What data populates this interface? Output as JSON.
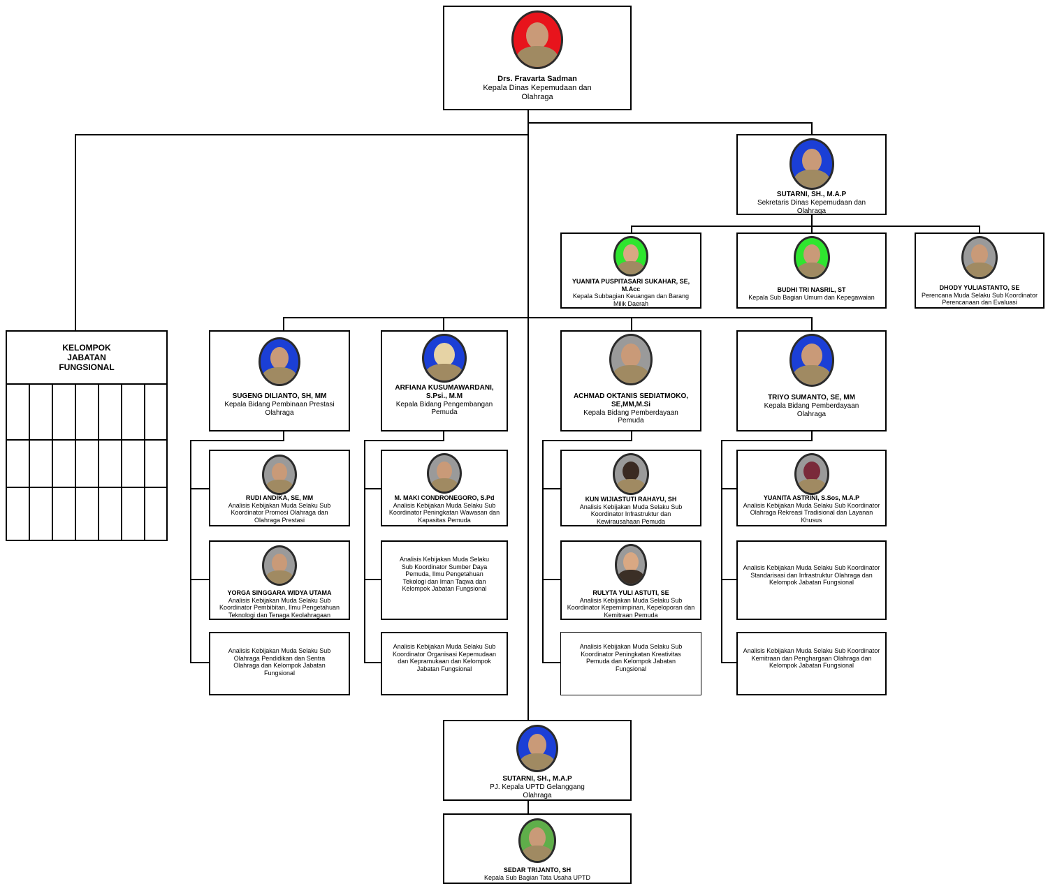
{
  "colors": {
    "red_bg": "#e8141c",
    "blue_bg": "#1b3fd6",
    "green_bg": "#2fe52f",
    "gray_bg": "#9a9a9a",
    "lightgreen_bg": "#5fae4a"
  },
  "head": {
    "name": "Drs. Fravarta Sadman",
    "title": "Kepala Dinas Kepemudaan dan Olahraga"
  },
  "secretary": {
    "name": "SUTARNI, SH., M.A.P",
    "title": "Sekretaris Dinas Kepemudaan dan Olahraga"
  },
  "sub_secretariat": [
    {
      "name": "YUANITA PUSPITASARI SUKAHAR, SE, M.Acc",
      "title": "Kepala Subbagian Keuangan dan Barang Milik Daerah"
    },
    {
      "name": "BUDHI TRI NASRIL, ST",
      "title": "Kepala Sub Bagian Umum dan Kepegawaian"
    },
    {
      "name": "DHODY YULIASTANTO, SE",
      "title": "Perencana Muda Selaku Sub Koordinator Perencanaan dan Evaluasi"
    }
  ],
  "functional_group": {
    "title": "KELOMPOK JABATAN FUNGSIONAL"
  },
  "divisions": [
    {
      "name": "SUGENG DILIANTO, SH, MM",
      "title": "Kepala Bidang Pembinaan Prestasi Olahraga",
      "subs": [
        {
          "name": "RUDI ANDIKA, SE, MM",
          "title": "Analisis Kebijakan Muda Selaku Sub Koordinator Promosi Olahraga dan Olahraga Prestasi"
        },
        {
          "name": "YORGA SINGGARA WIDYA UTAMA",
          "title": "Analisis Kebijakan Muda Selaku Sub Koordinator Pembibitan, Ilmu Pengetahuan Teknologi dan Tenaga Keolahragaan"
        },
        {
          "name": "",
          "title": "Analisis Kebijakan Muda Selaku Sub Olahraga Pendidikan dan Sentra Olahraga dan Kelompok Jabatan Fungsional"
        }
      ]
    },
    {
      "name": "ARFIANA KUSUMAWARDANI, S.Psi., M.M",
      "title": "Kepala Bidang Pengembangan Pemuda",
      "subs": [
        {
          "name": "M. MAKI CONDRONEGORO, S.Pd",
          "title": "Analisis Kebijakan Muda Selaku Sub Koordinator Peningkatan Wawasan dan Kapasitas Pemuda"
        },
        {
          "name": "",
          "title": "Analisis Kebijakan Muda Selaku Sub Koordinator Sumber Daya Pemuda, Ilmu Pengetahuan Tekologi dan Iman Taqwa dan Kelompok Jabatan Fungsional"
        },
        {
          "name": "",
          "title": "Analisis Kebijakan Muda Selaku Sub Koordinator Organisasi Kepemudaan dan Kepramukaan dan Kelompok Jabatan Fungsional"
        }
      ]
    },
    {
      "name": "ACHMAD OKTANIS SEDIATMOKO, SE,MM,M.Si",
      "title": "Kepala Bidang Pemberdayaan Pemuda",
      "subs": [
        {
          "name": "KUN WIJIASTUTI RAHAYU, SH",
          "title": "Analisis Kebijakan Muda Selaku Sub Koordinator Infrastruktur dan Kewirausahaan Pemuda"
        },
        {
          "name": "RULYTA YULI ASTUTI, SE",
          "title": "Analisis Kebijakan Muda Selaku Sub Koordinator Kepemimpinan, Kepeloporan dan Kemitraan Pemuda"
        },
        {
          "name": "",
          "title": "Analisis Kebijakan Muda Selaku Sub Koordinator Peningkatan Kreativitas Pemuda dan Kelompok Jabatan Fungsional"
        }
      ]
    },
    {
      "name": "TRIYO SUMANTO, SE, MM",
      "title": "Kepala Bidang Pemberdayaan Olahraga",
      "subs": [
        {
          "name": "YUANITA ASTRINI, S.Sos, M.A.P",
          "title": "Analisis Kebijakan Muda Selaku Sub Koordinator Olahraga Rekreasi Tradisional dan Layanan Khusus"
        },
        {
          "name": "",
          "title": "Analisis Kebijakan Muda Selaku Sub Koordinator Standarisasi dan Infrastruktur Olahraga dan Kelompok Jabatan Fungsional"
        },
        {
          "name": "",
          "title": "Analisis Kebijakan Muda Selaku Sub Koordinator Kemitraan dan Penghargaan Olahraga dan Kelompok Jabatan Fungsional"
        }
      ]
    }
  ],
  "uptd": {
    "name": "SUTARNI, SH., M.A.P",
    "title": "PJ. Kepala UPTD Gelanggang Olahraga"
  },
  "uptd_sub": {
    "name": "SEDAR TRIJANTO, SH",
    "title": "Kepala Sub Bagian Tata Usaha UPTD"
  }
}
